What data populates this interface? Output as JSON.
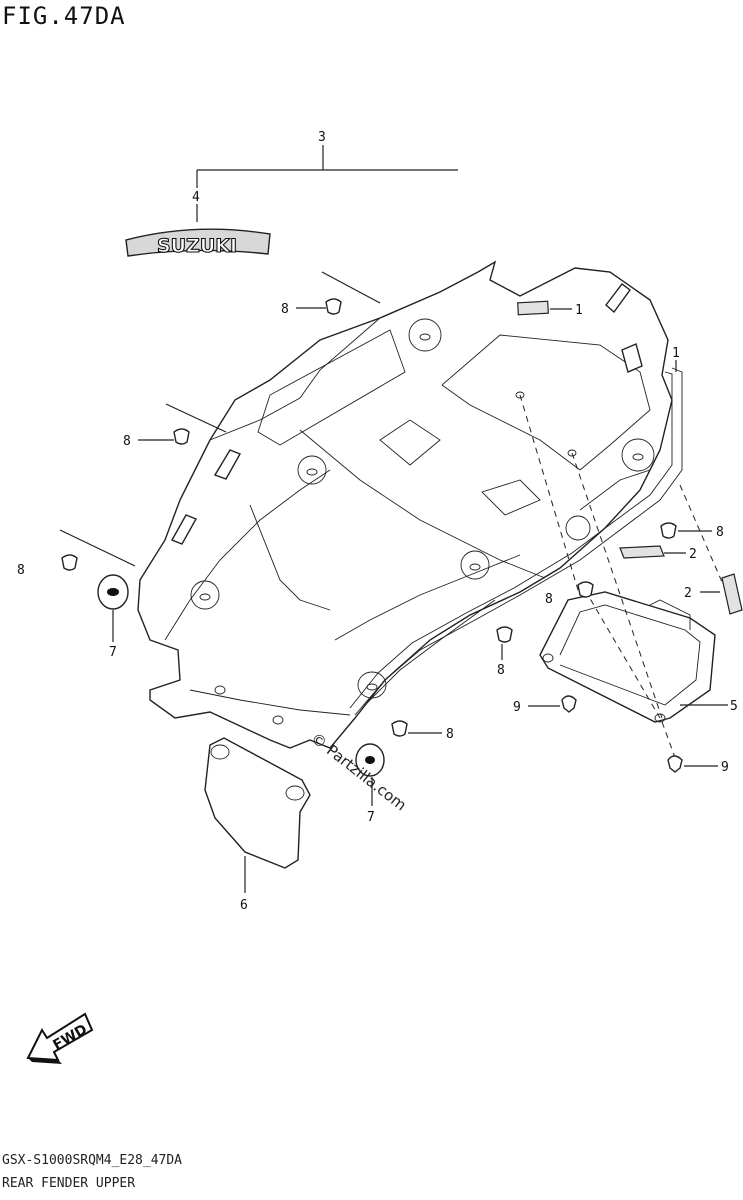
{
  "figure": {
    "title": "FIG.47DA",
    "model_code": "GSX-S1000SRQM4_E28_47DA",
    "subtitle": "REAR FENDER UPPER"
  },
  "emblem_text": "SUZUKI",
  "fwd_label": "FWD",
  "watermark": "© Partzilla.com",
  "callouts": {
    "c3": "3",
    "c4": "4",
    "c1a": "1",
    "c1b": "1",
    "c8a": "8",
    "c8b": "8",
    "c8c": "8",
    "c8d": "8",
    "c8e": "8",
    "c8f": "8",
    "c8g": "8",
    "c2a": "2",
    "c2b": "2",
    "c7a": "7",
    "c7b": "7",
    "c9a": "9",
    "c9b": "9",
    "c5": "5",
    "c6": "6"
  }
}
